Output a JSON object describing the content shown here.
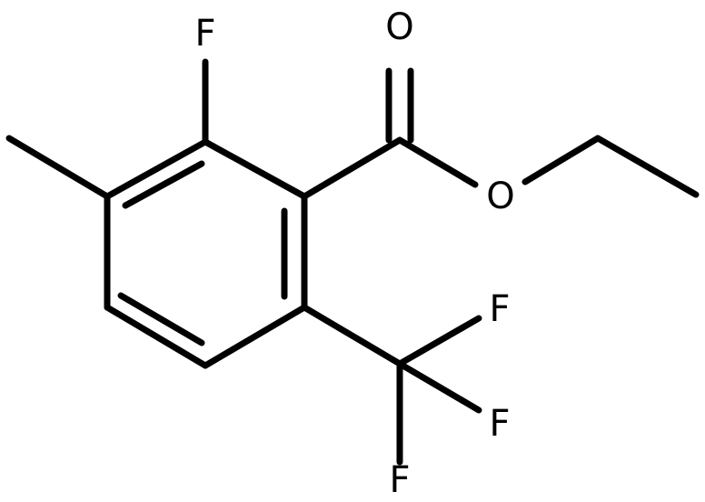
{
  "molecule": {
    "atoms": [
      {
        "id": "F1",
        "label": "F"
      },
      {
        "id": "O1",
        "label": "O"
      },
      {
        "id": "O2",
        "label": "O"
      },
      {
        "id": "F2",
        "label": "F"
      },
      {
        "id": "F3",
        "label": "F"
      },
      {
        "id": "F4",
        "label": "F"
      }
    ]
  }
}
